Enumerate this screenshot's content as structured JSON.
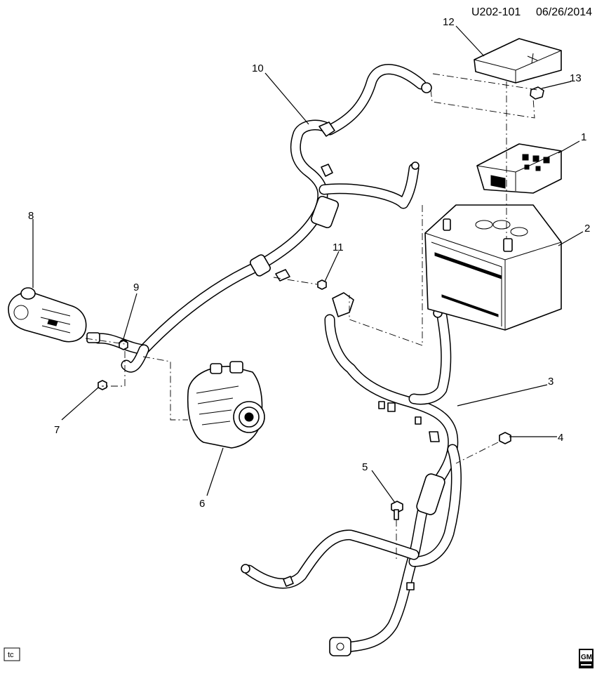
{
  "header": {
    "doc_id": "U202-101",
    "date": "06/26/2014"
  },
  "callouts": {
    "c1": "1",
    "c2": "2",
    "c3": "3",
    "c4": "4",
    "c5": "5",
    "c6": "6",
    "c7": "7",
    "c8": "8",
    "c9": "9",
    "c10": "10",
    "c11": "11",
    "c12": "12",
    "c13": "13"
  },
  "footer": {
    "left_badge": "tc",
    "logo_text": "GM"
  },
  "colors": {
    "ink": "#000000",
    "paper": "#ffffff"
  }
}
